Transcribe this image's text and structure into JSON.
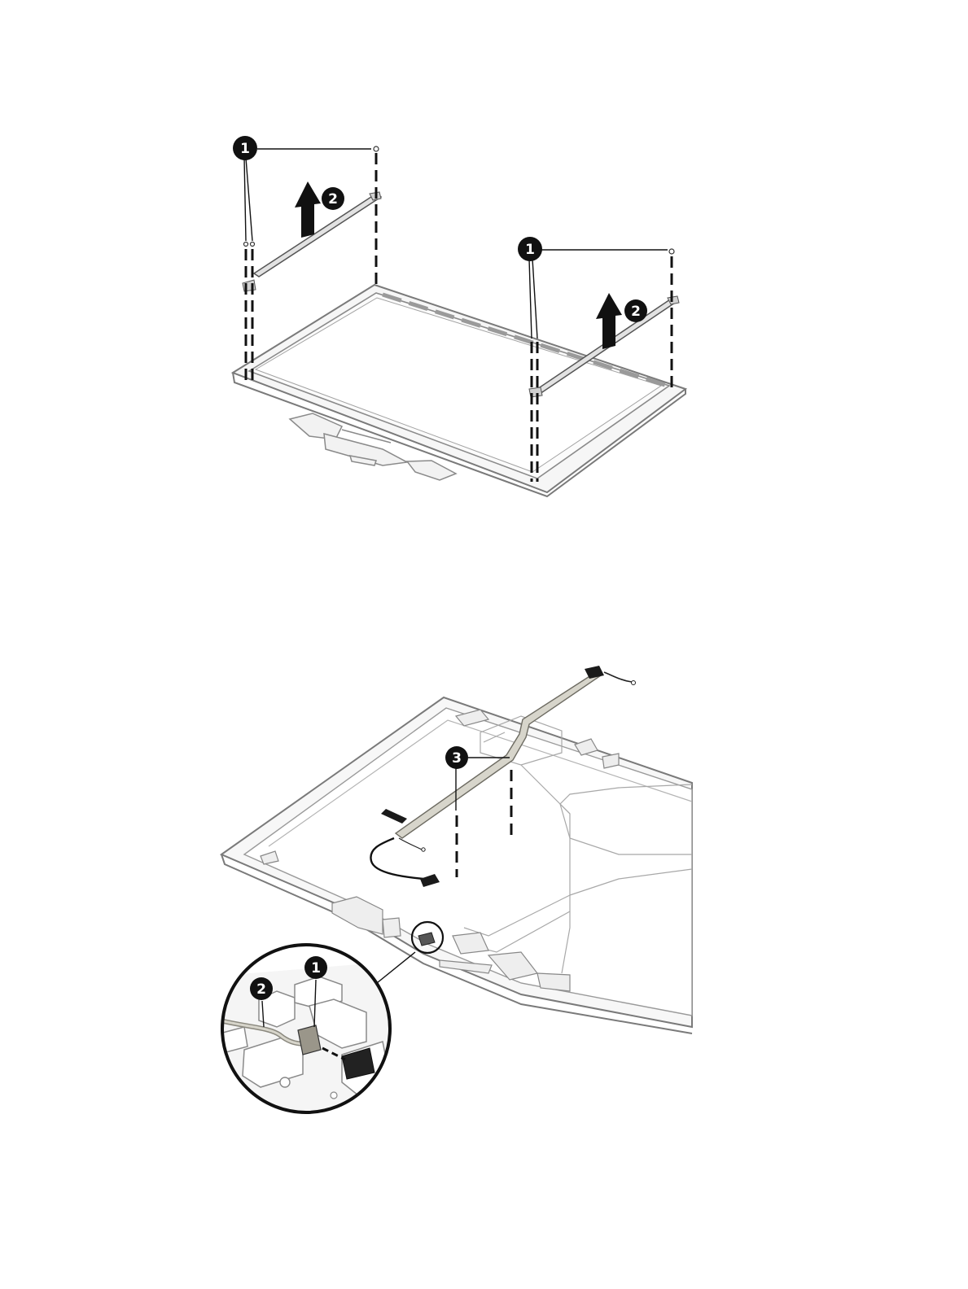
{
  "figure_top": {
    "callouts": [
      {
        "id": "top-left-screws",
        "number": "1"
      },
      {
        "id": "top-left-bracket",
        "number": "2"
      },
      {
        "id": "top-right-screws",
        "number": "1"
      },
      {
        "id": "top-right-bracket",
        "number": "2"
      }
    ]
  },
  "figure_bottom": {
    "callouts": [
      {
        "id": "cable-route",
        "number": "3"
      },
      {
        "id": "inset-connector",
        "number": "1"
      },
      {
        "id": "inset-clip",
        "number": "2"
      }
    ]
  },
  "colors": {
    "line": "#1a1a1a",
    "part_fill": "#f4f4f4",
    "part_stroke": "#8c8c8c",
    "cable_fill": "#d7d5cb",
    "callout_fill": "#111111"
  }
}
